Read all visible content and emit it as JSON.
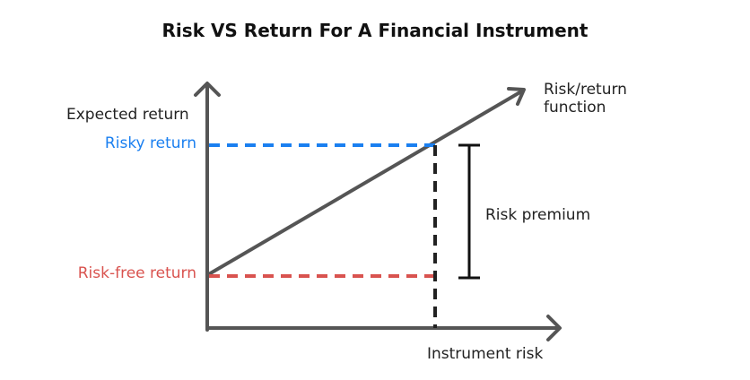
{
  "title": "Risk VS Return For A Financial Instrument",
  "labels": {
    "y_axis": "Expected return",
    "x_axis": "Instrument risk",
    "risky_return": "Risky return",
    "risk_free_return": "Risk-free return",
    "function_line1": "Risk/return",
    "function_line2": "function",
    "risk_premium": "Risk premium"
  },
  "colors": {
    "risky": "#1a7ff0",
    "risk_free": "#d9534f",
    "axis": "#555555",
    "text": "#222222"
  }
}
